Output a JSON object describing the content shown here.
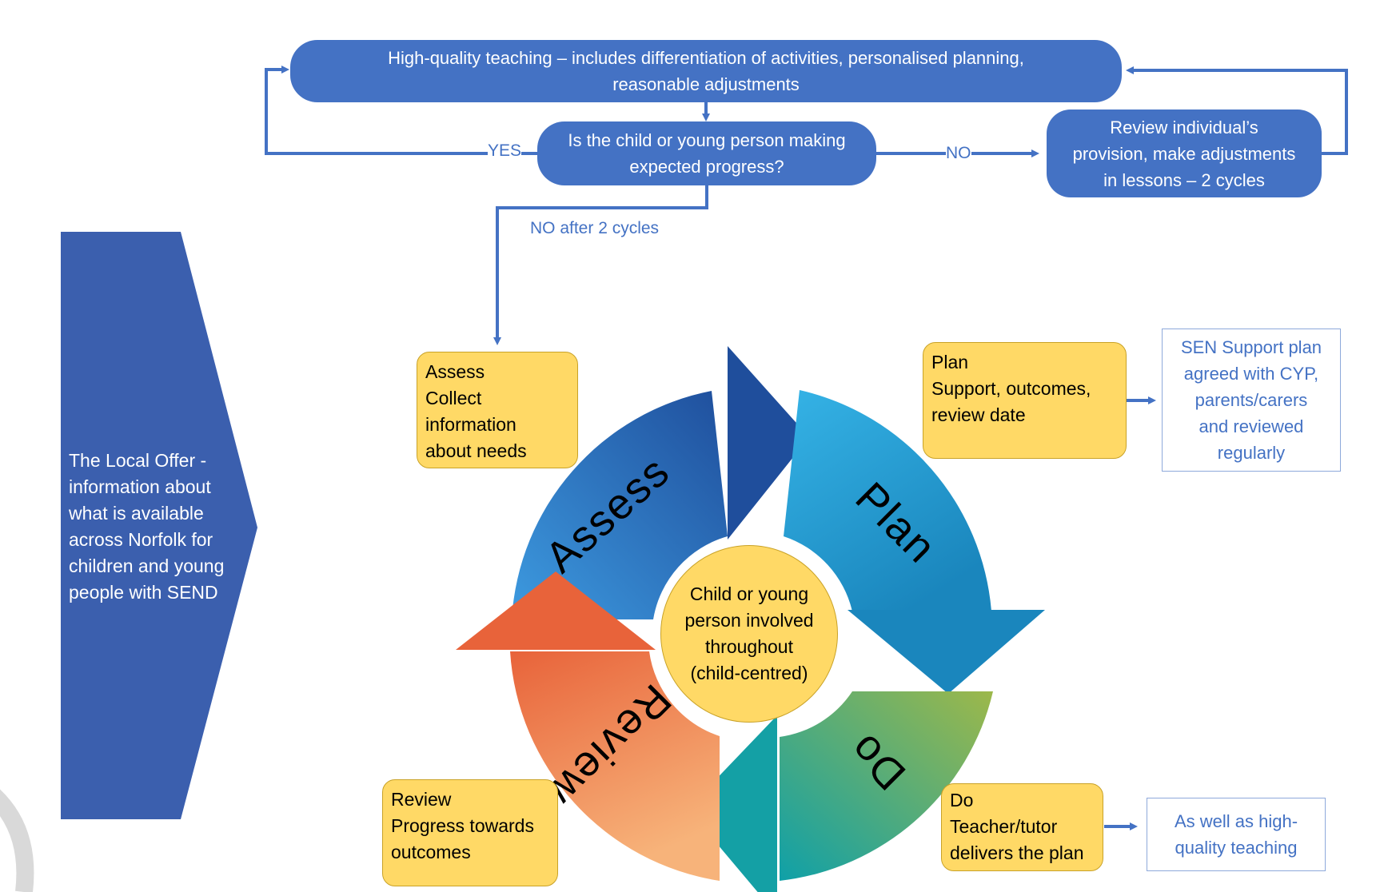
{
  "flow": {
    "teaching": "High-quality teaching – includes differentiation of activities, personalised planning,\nreasonable adjustments",
    "question": "Is the child or young person making\nexpected progress?",
    "review_provision": "Review individual’s\nprovision, make adjustments\nin lessons – 2 cycles",
    "yes_label": "YES",
    "no_label": "NO",
    "no_after_label": "NO after 2 cycles"
  },
  "local_offer": "The Local Offer  -\ninformation about\nwhat is available\nacross Norfolk for\nchildren and young\npeople with SEND",
  "cycle": {
    "segments": [
      "Assess",
      "Plan",
      "Do",
      "Review"
    ],
    "center": "Child or young\nperson involved\nthroughout\n(child-centred)"
  },
  "boxes": {
    "assess": [
      "Assess",
      "Collect",
      "information",
      "about needs"
    ],
    "plan": [
      "Plan",
      "Support, outcomes,",
      "review date"
    ],
    "do": [
      "Do",
      "Teacher/tutor",
      "delivers the plan"
    ],
    "review": [
      "Review",
      "Progress towards",
      "outcomes"
    ]
  },
  "notes": {
    "sen_plan": "SEN Support plan\nagreed with CYP,\nparents/carers\nand reviewed\nregularly",
    "high_quality": "As well as high-\nquality teaching"
  },
  "colors": {
    "flow_blue": "#4472C4",
    "box_yellow": "#FFD966",
    "local_offer_blue": "#3B5FAE",
    "assess_dark": "#1F4E9C",
    "plan_light": "#2FA8DC",
    "do_green": "#8DB24E",
    "do_teal": "#16A3A0",
    "review_orange": "#ED7D31",
    "review_light": "#F4B183"
  }
}
